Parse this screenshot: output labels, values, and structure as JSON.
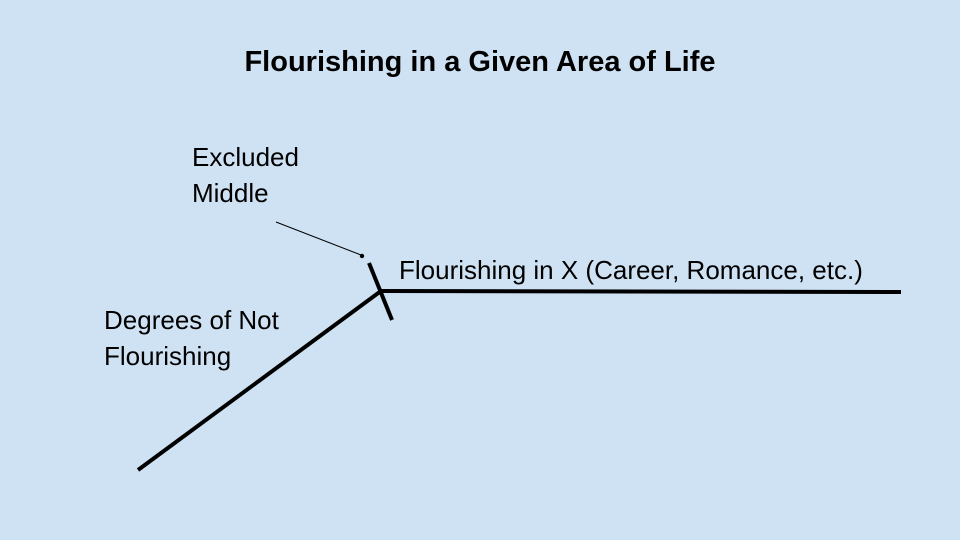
{
  "title": "Flourishing in a Given Area of Life",
  "labels": {
    "excluded_middle": [
      "Excluded",
      "Middle"
    ],
    "flourishing_x": "Flourishing in X (Career, Romance, etc.)",
    "degrees_not_flourishing": [
      "Degrees of Not",
      "Flourishing"
    ]
  },
  "colors": {
    "background": "#cfe2f3",
    "ink": "#000000"
  }
}
